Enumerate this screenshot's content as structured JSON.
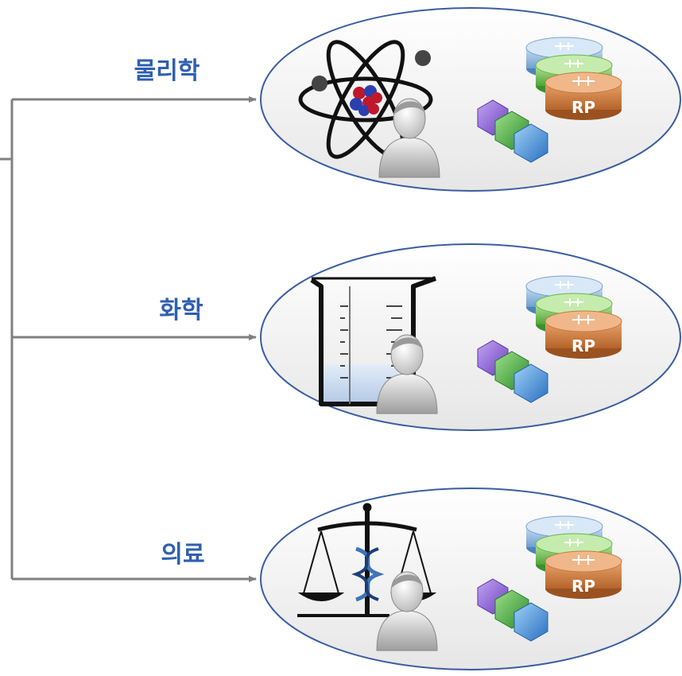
{
  "colors": {
    "label": "#2f5fb0",
    "connector": "#808080",
    "ellipse_stroke": "#3a5da0",
    "router_blue": "#8fb6df",
    "router_green": "#6cc04a",
    "router_orange": "#cf7f3a",
    "hex_purple": "#8e63d4",
    "hex_green": "#3fa63a",
    "hex_blue": "#3b8fd6"
  },
  "domains": [
    {
      "id": "physics",
      "label": "물리학",
      "icon": "atom-icon",
      "router_label": "RP"
    },
    {
      "id": "chemistry",
      "label": "화학",
      "icon": "beaker-icon",
      "router_label": "RP"
    },
    {
      "id": "medicine",
      "label": "의료",
      "icon": "caduceus-scales-icon",
      "router_label": "RP"
    }
  ]
}
